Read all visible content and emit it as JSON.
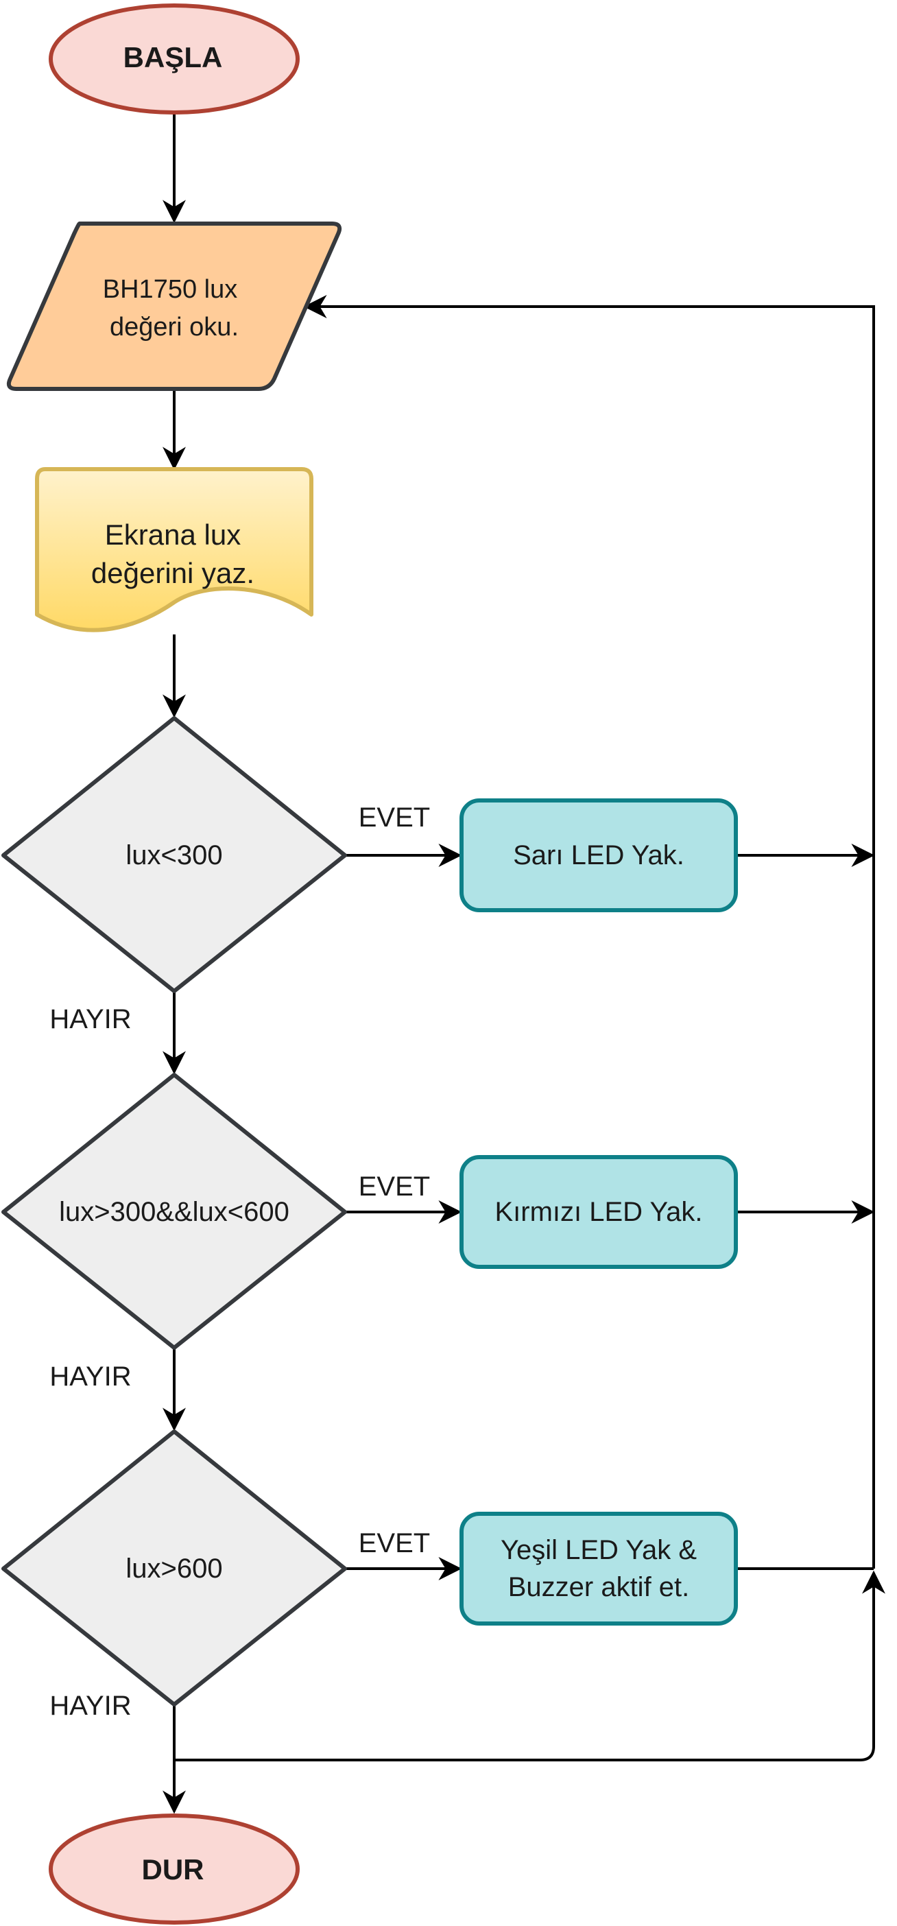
{
  "nodes": {
    "start": "BAŞLA",
    "read_line1": "BH1750 lux",
    "read_line2": "değeri oku.",
    "display_line1": "Ekrana lux",
    "display_line2": "değerini yaz.",
    "cond1": "lux<300",
    "cond2": "lux>300&&lux<600",
    "cond3": "lux>600",
    "action1": "Sarı LED Yak.",
    "action2": "Kırmızı LED Yak.",
    "action3_line1": "Yeşil LED Yak &",
    "action3_line2": "Buzzer aktif et.",
    "end": "DUR"
  },
  "labels": {
    "yes1": "EVET",
    "yes2": "EVET",
    "yes3": "EVET",
    "no1": "HAYIR",
    "no2": "HAYIR",
    "no3": "HAYIR"
  },
  "colors": {
    "terminal_fill": "#fad9d5",
    "terminal_stroke": "#ae4132",
    "io_fill": "#ffcc99",
    "io_stroke": "#36393d",
    "doc_fill_top": "#fff2cc",
    "doc_fill_bottom": "#ffd966",
    "doc_stroke": "#d6b656",
    "decision_fill": "#eeeeee",
    "decision_stroke": "#36393d",
    "process_fill": "#b0e3e6",
    "process_stroke": "#0e8088"
  }
}
